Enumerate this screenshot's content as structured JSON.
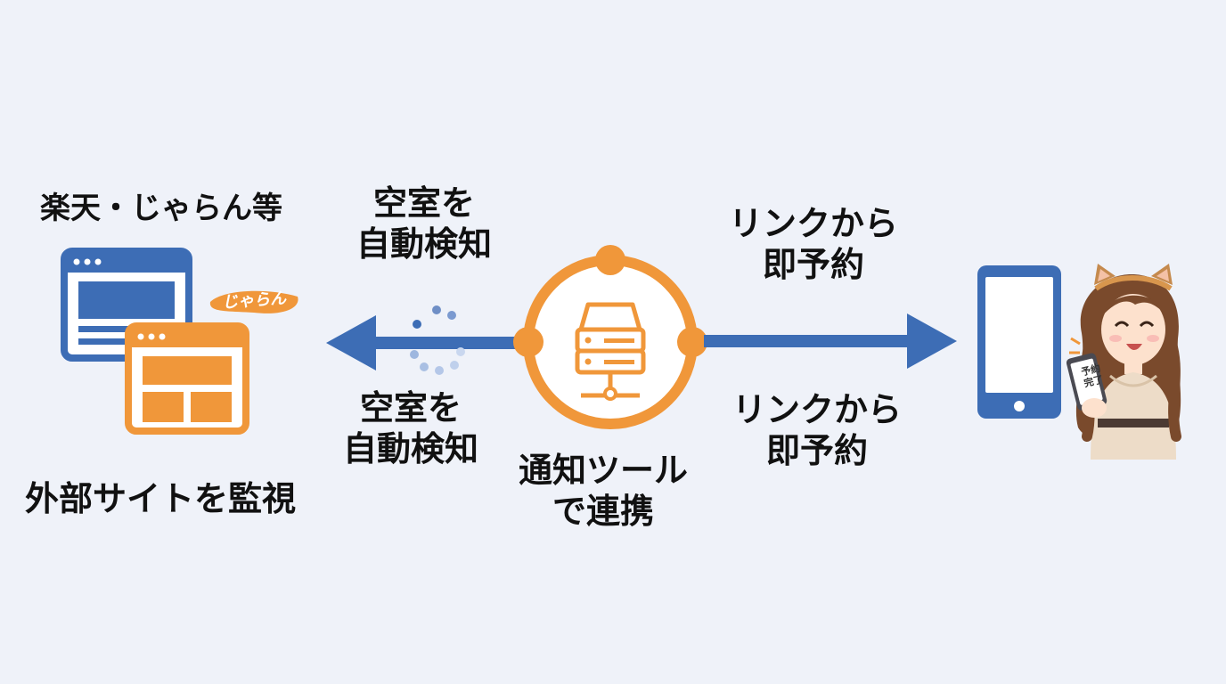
{
  "left": {
    "title": "楽天・じゃらん等",
    "logo_text": "じゃらん",
    "caption": "外部サイトを監視"
  },
  "left_arrow": {
    "top_label": [
      "空室を",
      "自動検知"
    ],
    "bottom_label": [
      "空室を",
      "自動検知"
    ]
  },
  "center": {
    "caption": [
      "通知ツール",
      "で連携"
    ]
  },
  "right_arrow": {
    "top_label": [
      "リンクから",
      "即予約"
    ],
    "bottom_label": [
      "リンクから",
      "即予約"
    ]
  },
  "right": {
    "phone_screen_text": [
      "予約",
      "完了"
    ]
  },
  "colors": {
    "blue": "#3d6db5",
    "orange": "#f0973a",
    "background": "#eff2f9"
  }
}
